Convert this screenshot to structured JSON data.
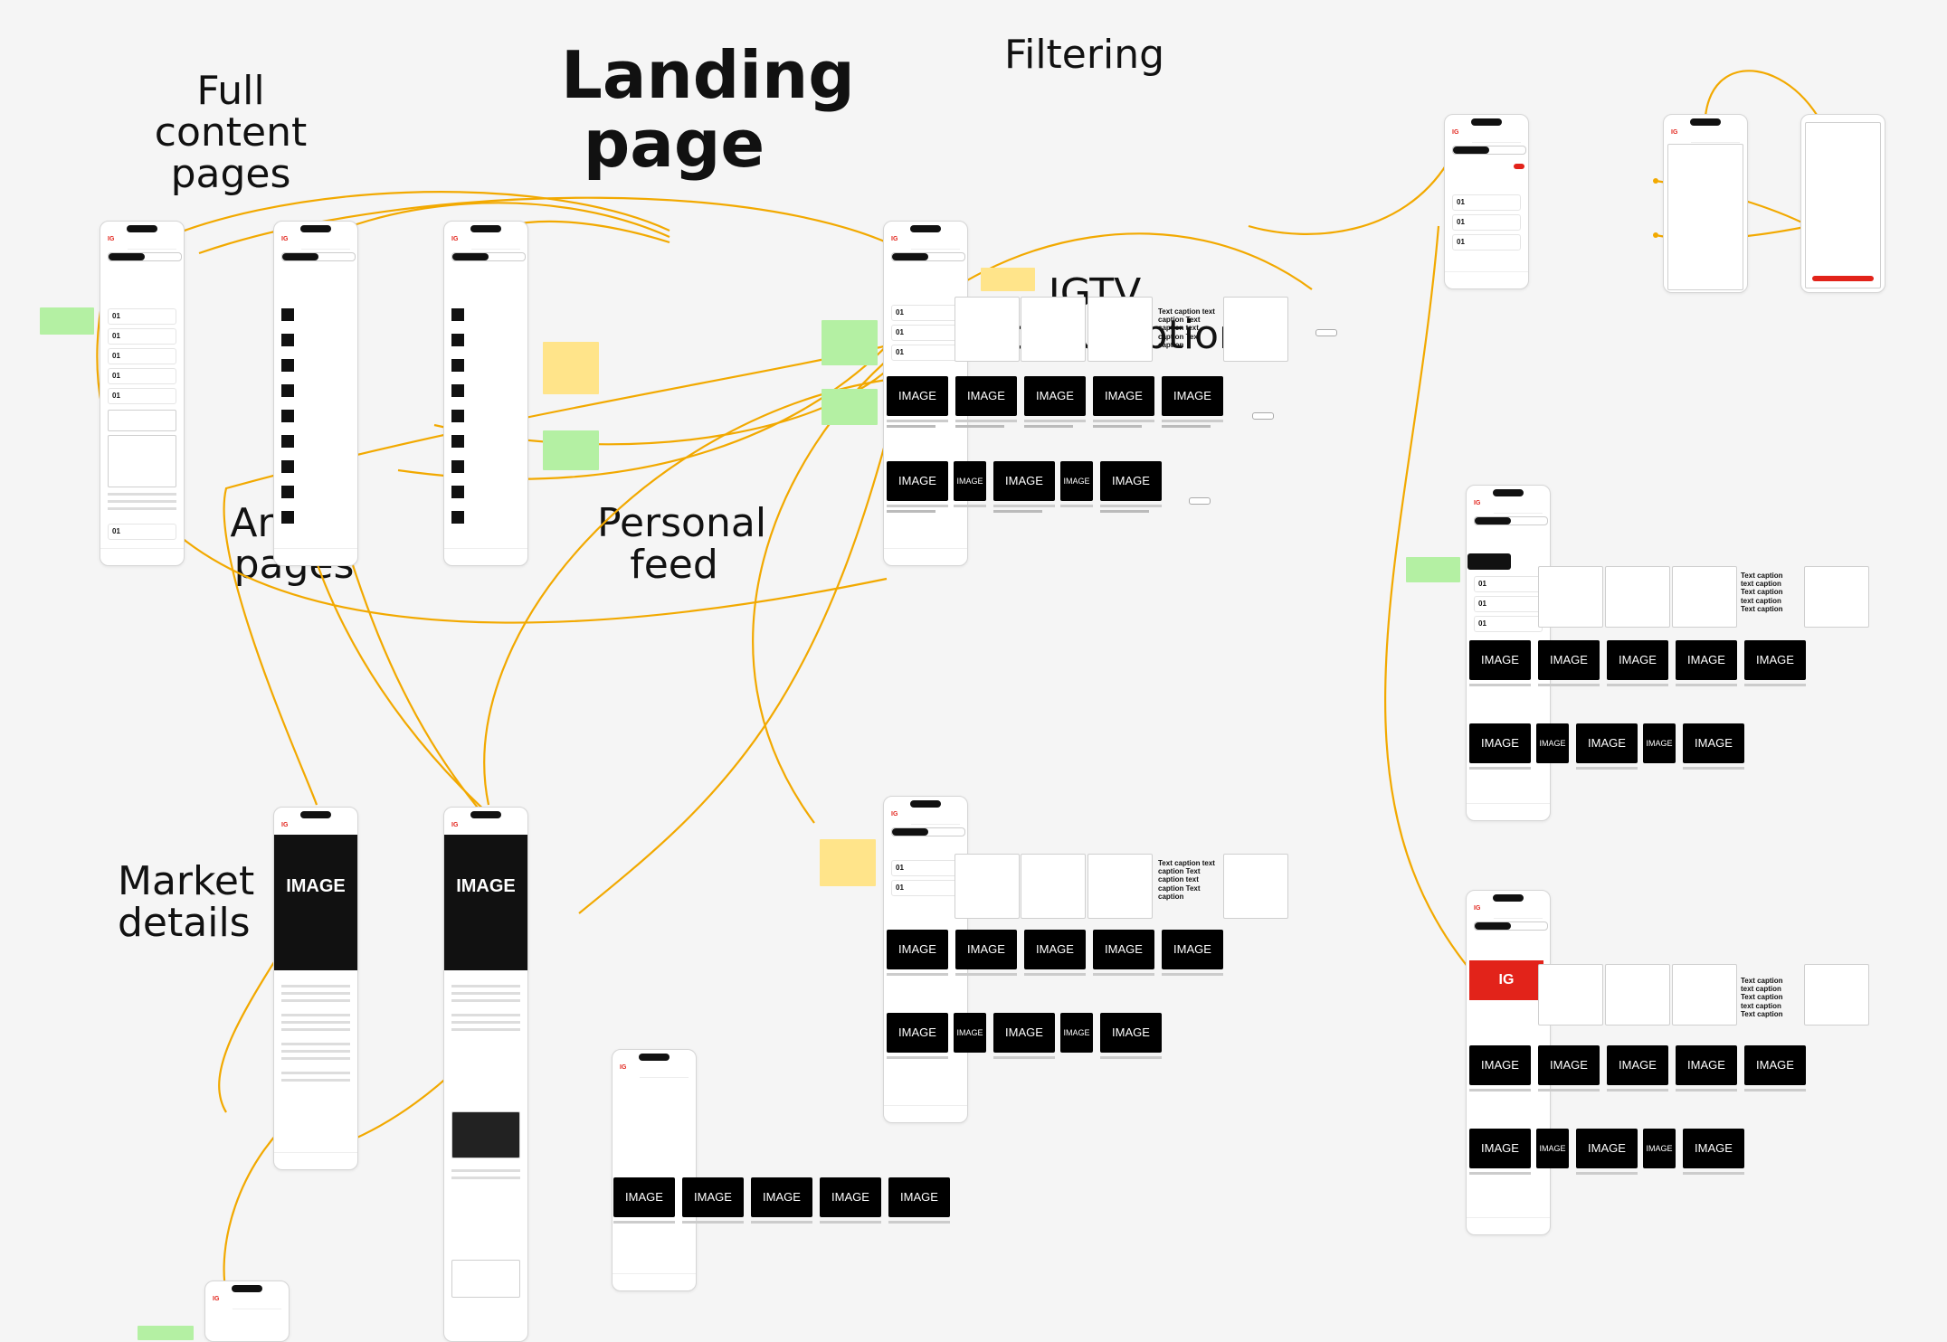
{
  "titles": {
    "landing": "Landing page",
    "filtering": "Filtering",
    "full_content": "Full content pages",
    "igtv": "IGTV consumption",
    "article": "Article pages",
    "personal": "Personal feed",
    "market": "Market details"
  },
  "cards": {
    "image": "IMAGE",
    "ig": "IG"
  },
  "colors": {
    "flow": "#f2a900",
    "brand": "#e2231a",
    "sticky_green": "#b4f0a3",
    "sticky_yellow": "#ffe48a"
  }
}
